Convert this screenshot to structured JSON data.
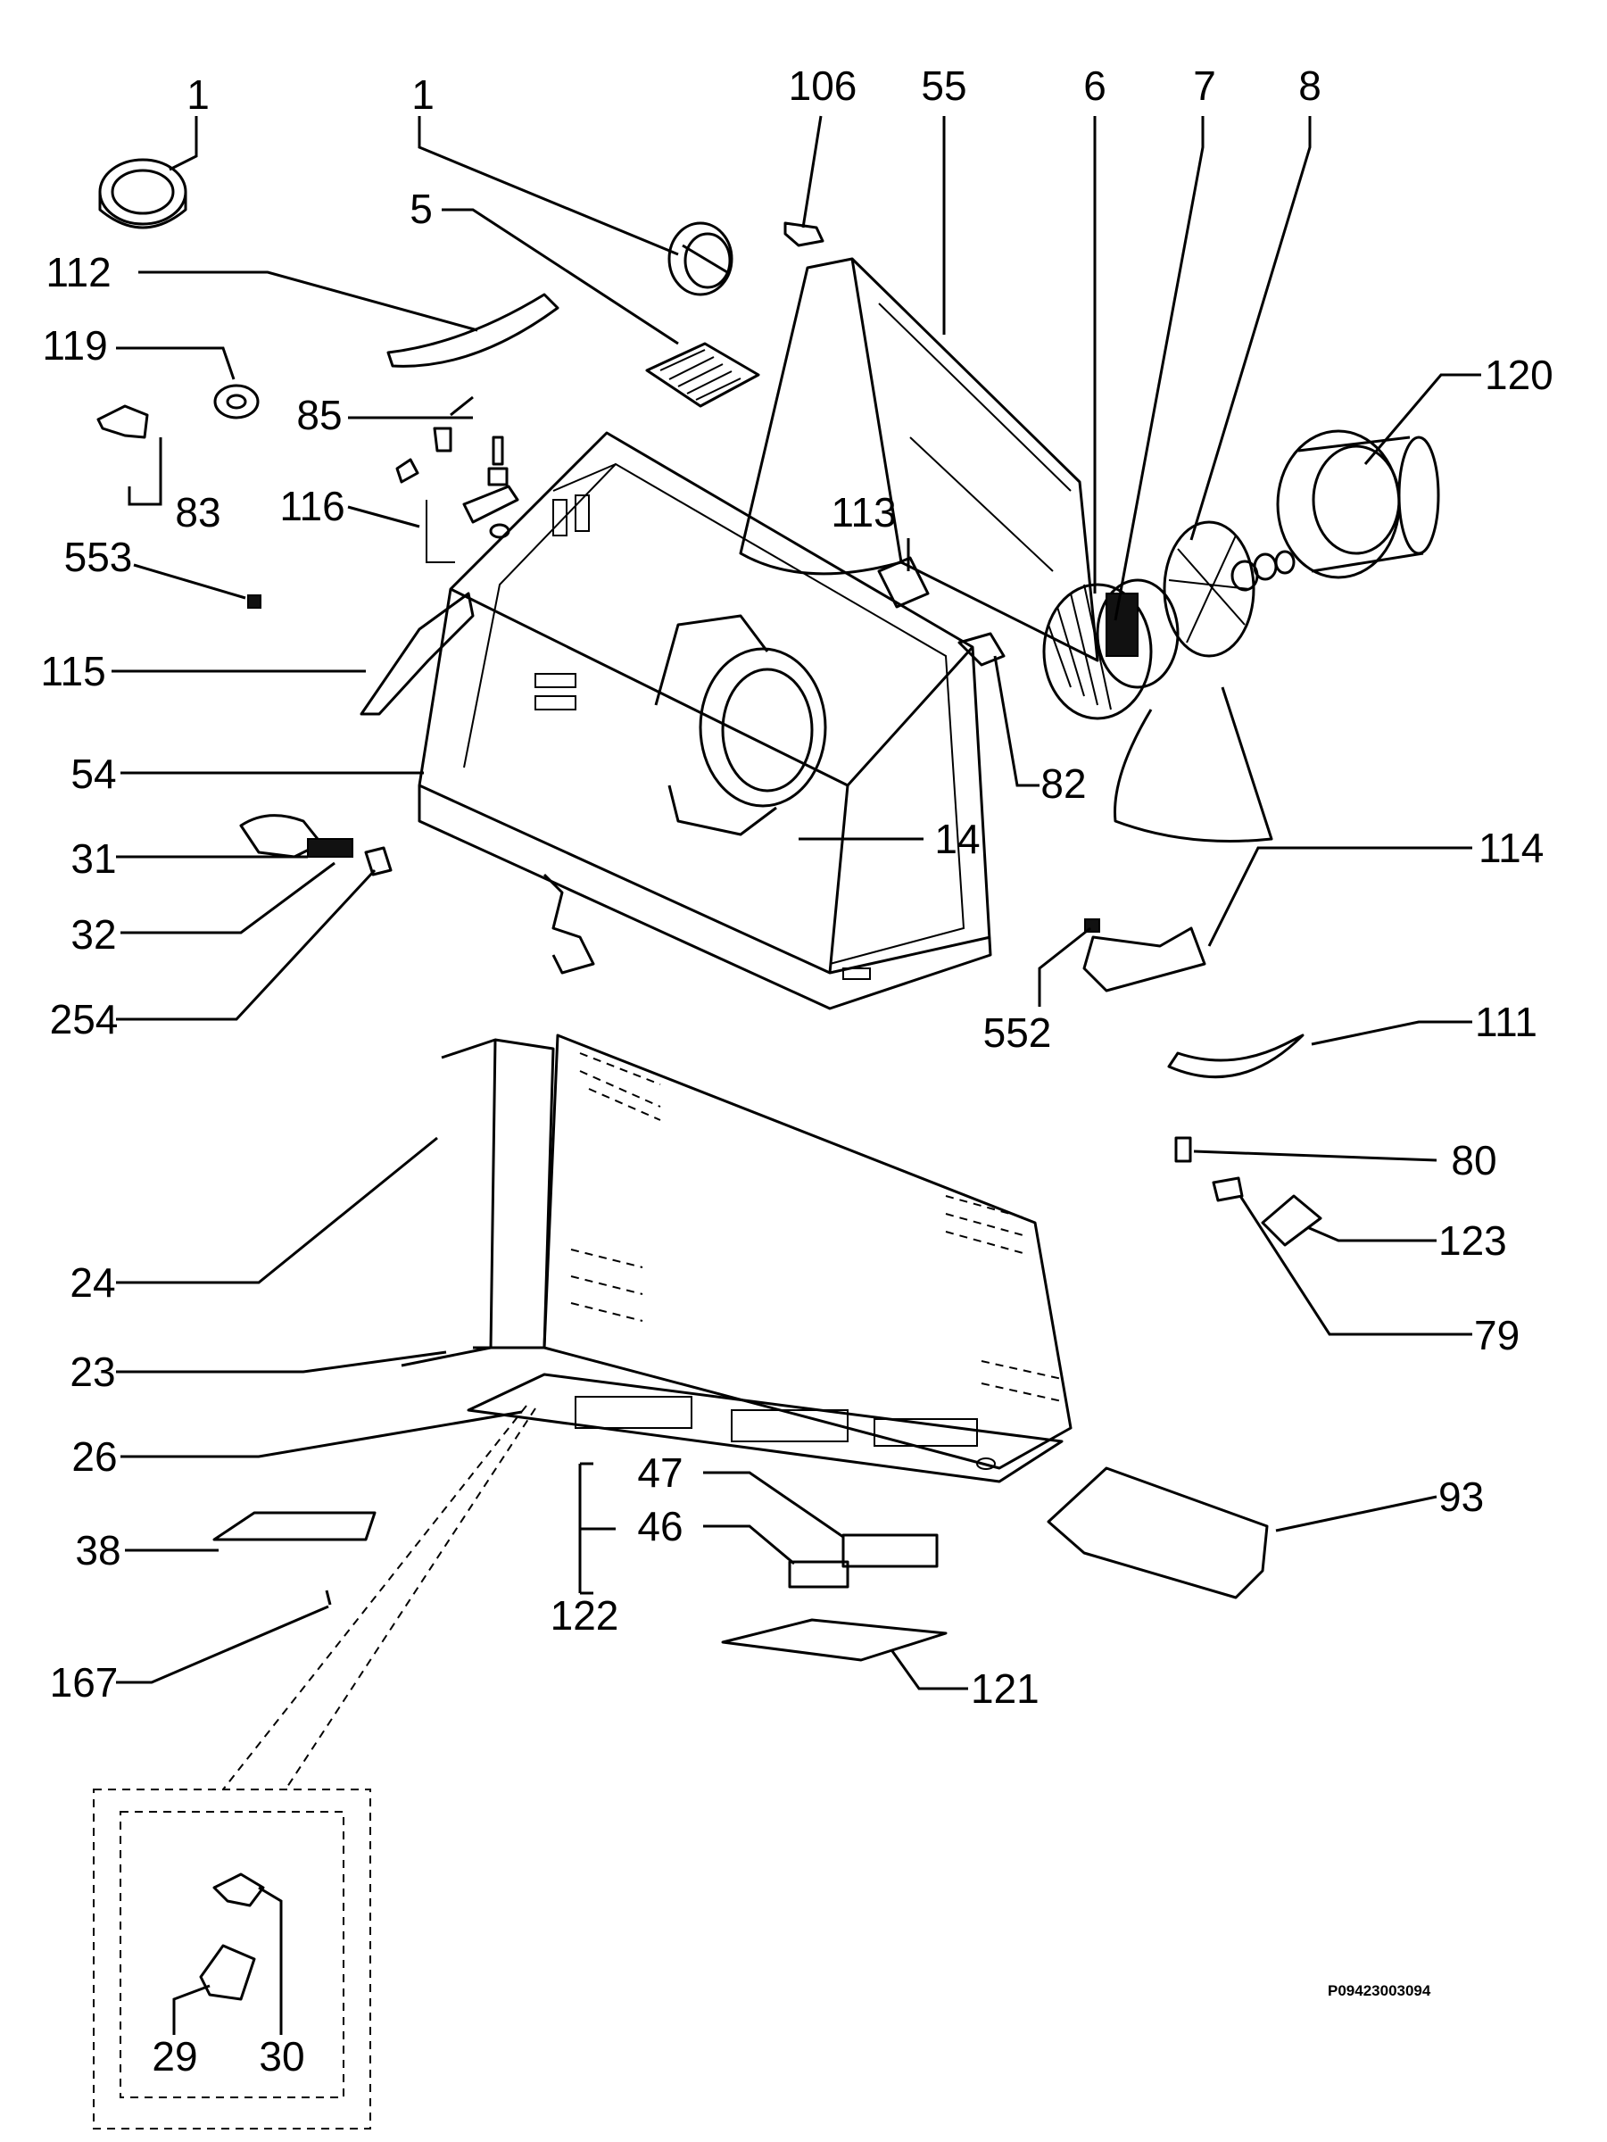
{
  "diagram": {
    "part_labels": [
      "1",
      "1",
      "106",
      "55",
      "6",
      "7",
      "8",
      "5",
      "112",
      "119",
      "120",
      "85",
      "83",
      "116",
      "113",
      "553",
      "115",
      "82",
      "54",
      "14",
      "31",
      "114",
      "32",
      "552",
      "254",
      "111",
      "80",
      "123",
      "24",
      "79",
      "23",
      "26",
      "47",
      "93",
      "46",
      "38",
      "122",
      "121",
      "167",
      "29",
      "30"
    ],
    "drawing_code": "P09423003094"
  }
}
